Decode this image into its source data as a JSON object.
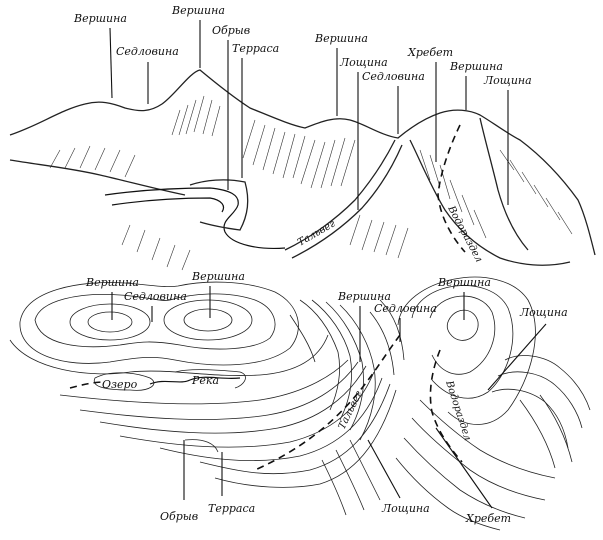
{
  "labels": {
    "top": {
      "vershina_1": "Вершина",
      "sedlovina_1": "Седловина",
      "vershina_2": "Вершина",
      "obryv": "Обрыв",
      "terrasa": "Терраса",
      "vershina_3": "Вершина",
      "loshchina_1": "Лощина",
      "sedlovina_2": "Седловина",
      "khrebet": "Хребет",
      "vershina_4": "Вершина",
      "loshchina_2": "Лощина",
      "talveg": "Тальвег",
      "vodorazdel": "Водораздел"
    },
    "bottom": {
      "vershina_1": "Вершина",
      "sedlovina_1": "Седловина",
      "vershina_2": "Вершина",
      "vershina_3": "Вершина",
      "sedlovina_2": "Седловина",
      "vershina_4": "Вершина",
      "loshchina_right": "Лощина",
      "ozero": "Озеро",
      "reka": "Река",
      "talveg": "Тальвег",
      "vodorazdel": "Водораздел",
      "obryv": "Обрыв",
      "terrasa": "Терраса",
      "loshchina_bottom": "Лощина",
      "khrebet": "Хребет"
    }
  },
  "colors": {
    "ink": "#111111",
    "paper": "#ffffff"
  }
}
